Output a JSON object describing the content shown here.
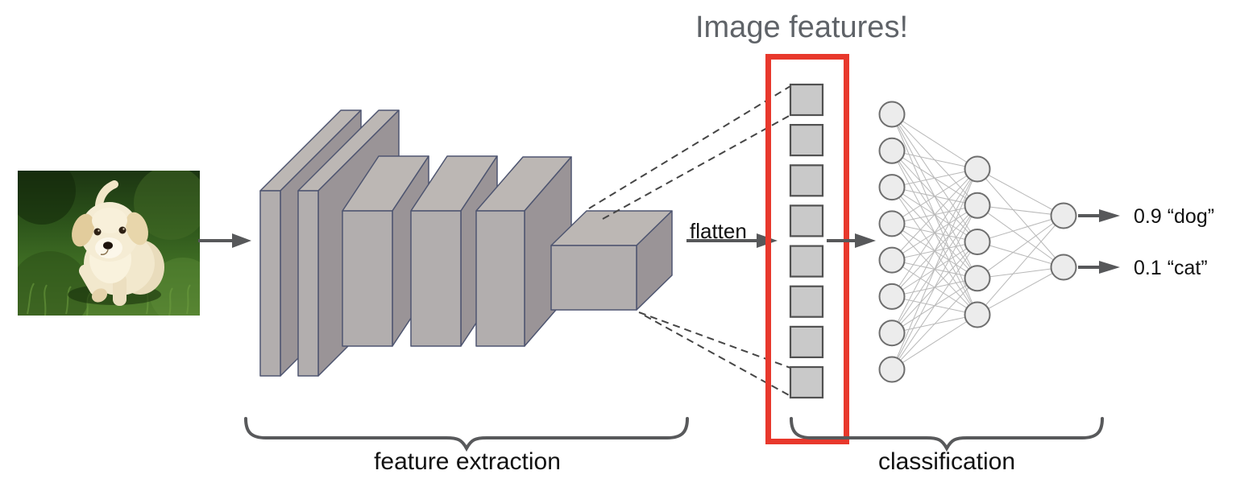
{
  "title": "Image features!",
  "labels": {
    "flatten": "flatten",
    "feature_extraction": "feature extraction",
    "classification": "classification"
  },
  "outputs": [
    {
      "score": "0.9",
      "class_name": "“dog”",
      "text": "0.9 “dog”"
    },
    {
      "score": "0.1",
      "class_name": "“cat”",
      "text": "0.1 “cat”"
    }
  ],
  "input": {
    "alt": "photo of a cream puppy walking on green grass"
  },
  "architecture": {
    "conv_blocks": 6,
    "feature_vector_cells": 8,
    "dense_layer_sizes": [
      8,
      5,
      2
    ]
  },
  "palette": {
    "accent_red": "#e8382c",
    "box_front": "#b2aeae",
    "box_top": "#bcb7b4",
    "box_side": "#9a9497",
    "box_edge": "#4e5570",
    "cell_fill": "#c9c9c9",
    "cell_border": "#515151",
    "node_fill": "#ececec",
    "node_border": "#6e6e6e",
    "edge_line": "#b8b8b8",
    "arrow": "#57585a",
    "dash_line": "#454545",
    "brace": "#58595b",
    "title_gray": "#5f6368",
    "text_black": "#111111"
  }
}
